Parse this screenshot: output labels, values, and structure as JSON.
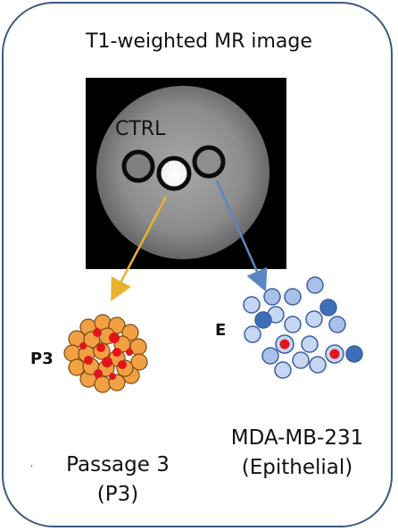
{
  "title": "T1-weighted MR image",
  "mri": {
    "ctrl_label": "CTRL"
  },
  "groups": {
    "p3": {
      "label": "P3",
      "caption_line1": "Passage 3",
      "caption_line2": "(P3)",
      "arrow_color": "#e8b22e",
      "cell_color": "#f2a044",
      "nucleus_color": "#e0161c"
    },
    "epithelial": {
      "label": "E",
      "caption_line1": "MDA-MB-231",
      "caption_line2": "(Epithelial)",
      "arrow_color": "#5b86c4",
      "cell_light": "#c7d6f2",
      "cell_mid": "#a9c0ea",
      "cell_dark": "#3d6fb8",
      "cell_stroke": "#3a5f9e",
      "nucleus_color": "#e0161c"
    }
  },
  "stray_mark": "."
}
